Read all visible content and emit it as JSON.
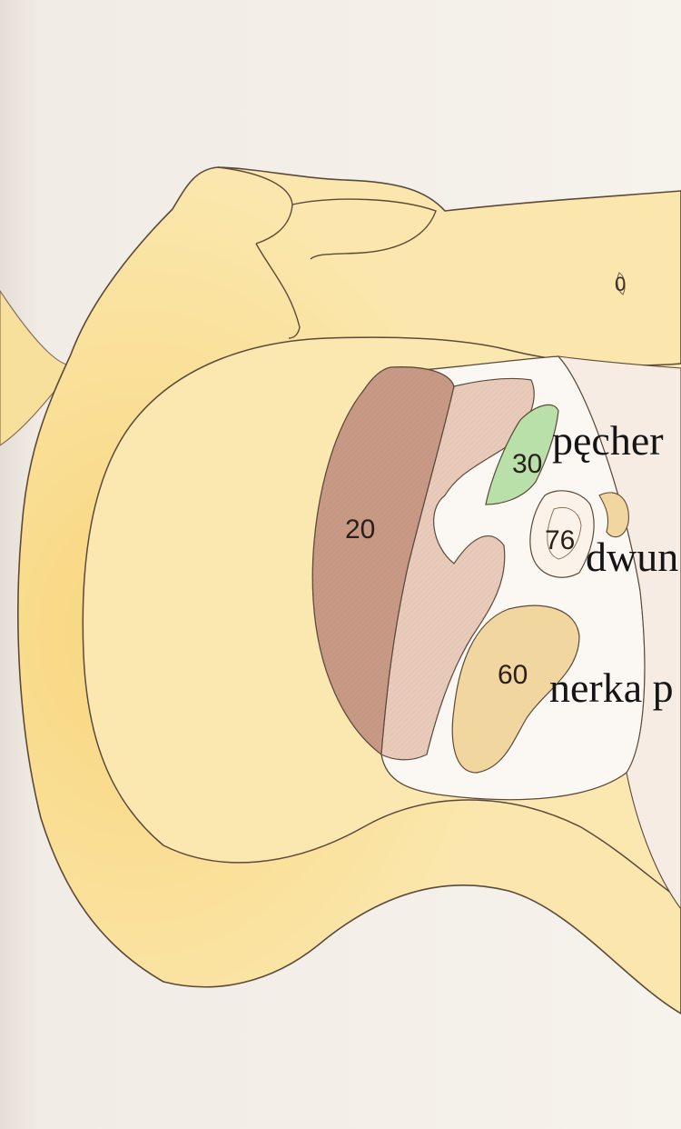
{
  "diagram": {
    "regions": [
      {
        "id": "liver",
        "value": "20"
      },
      {
        "id": "gallbladder",
        "value": "30"
      },
      {
        "id": "duodenum",
        "value": "76"
      },
      {
        "id": "kidney",
        "value": "60"
      },
      {
        "id": "top-marker",
        "value": "0"
      }
    ],
    "labels": [
      {
        "target": "gallbladder",
        "text": "pęcher"
      },
      {
        "target": "duodenum",
        "text": "dwun"
      },
      {
        "target": "kidney",
        "text": "nerka p"
      }
    ],
    "colors": {
      "background": "#f3efe9",
      "body": "#fbe6a8",
      "body_edge": "#f4d480",
      "liver": "#c99a86",
      "liver_light": "#e7c6b4",
      "gallbladder": "#b8e0a8",
      "kidney": "#f2d6a0",
      "cavity": "#fbf7f2",
      "outline": "#5b4a3a"
    }
  }
}
